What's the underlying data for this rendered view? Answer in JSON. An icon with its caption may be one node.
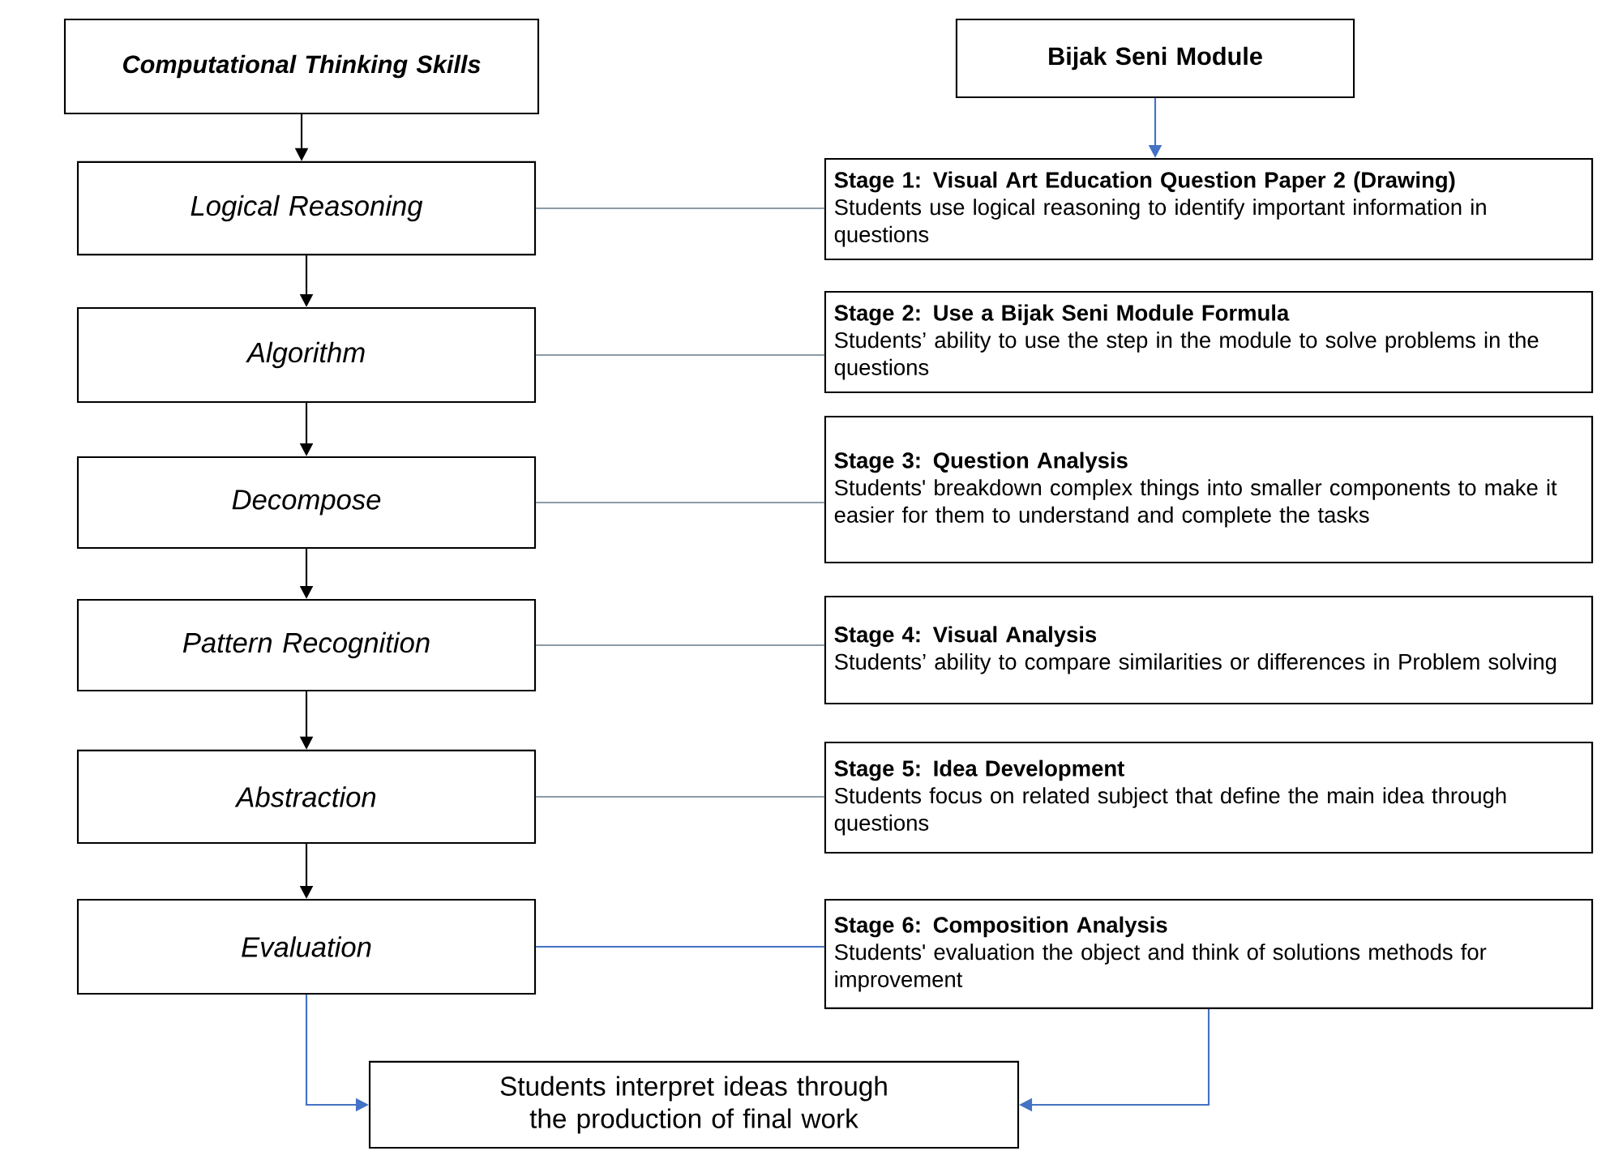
{
  "diagram": {
    "nodes": [
      {
        "text": [
          "Computational Thinking Skills"
        ]
      },
      {
        "text": [
          "Bijak Seni Module"
        ]
      },
      {
        "text": [
          "Logical Reasoning"
        ]
      },
      {
        "text": [
          "Stage 1: Visual Art Education Question Paper 2 (Drawing)",
          "Students use logical reasoning to identify important information in questions"
        ]
      },
      {
        "text": [
          "Algorithm"
        ]
      },
      {
        "text": [
          "Stage 2: Use a Bijak Seni Module Formula",
          "Students’ ability to use the step in the module to solve problems in the questions"
        ]
      },
      {
        "text": [
          "Decompose"
        ]
      },
      {
        "text": [
          "Stage 3: Question Analysis",
          "Students' breakdown complex things into smaller components to make it easier for them to understand and complete the tasks"
        ]
      },
      {
        "text": [
          "Pattern Recognition"
        ]
      },
      {
        "text": [
          "Stage 4: Visual Analysis",
          "Students’ ability to compare similarities or differences in Problem solving"
        ]
      },
      {
        "text": [
          "Abstraction"
        ]
      },
      {
        "text": [
          "Stage 5: Idea Development",
          "Students focus on related subject that define the main idea through questions"
        ]
      },
      {
        "text": [
          "Evaluation"
        ]
      },
      {
        "text": [
          "Stage 6: Composition Analysis",
          "Students' evaluation the object and think of solutions methods for improvement"
        ]
      },
      {
        "text": [
          "Students interpret ideas through the production of final work"
        ]
      }
    ],
    "edges": [
      {
        "from": 0,
        "to": 2,
        "arrow": "to"
      },
      {
        "from": 2,
        "to": 4,
        "arrow": "to"
      },
      {
        "from": 4,
        "to": 6,
        "arrow": "to"
      },
      {
        "from": 6,
        "to": 8,
        "arrow": "to"
      },
      {
        "from": 8,
        "to": 10,
        "arrow": "to"
      },
      {
        "from": 10,
        "to": 12,
        "arrow": "to"
      },
      {
        "from": 1,
        "to": 3,
        "arrow": "to",
        "color": "#4472c4"
      },
      {
        "from": 2,
        "to": 3,
        "arrow": "none",
        "color": "#8c9ba5"
      },
      {
        "from": 4,
        "to": 5,
        "arrow": "none",
        "color": "#8c9ba5"
      },
      {
        "from": 6,
        "to": 7,
        "arrow": "none",
        "color": "#8c9ba5"
      },
      {
        "from": 8,
        "to": 9,
        "arrow": "none",
        "color": "#8c9ba5"
      },
      {
        "from": 10,
        "to": 11,
        "arrow": "none",
        "color": "#8c9ba5"
      },
      {
        "from": 12,
        "to": 13,
        "arrow": "none",
        "color": "#4472c4"
      },
      {
        "from": 12,
        "to": 14,
        "arrow": "to",
        "color": "#4472c4"
      },
      {
        "from": 13,
        "to": 14,
        "arrow": "to",
        "color": "#4472c4"
      }
    ]
  }
}
